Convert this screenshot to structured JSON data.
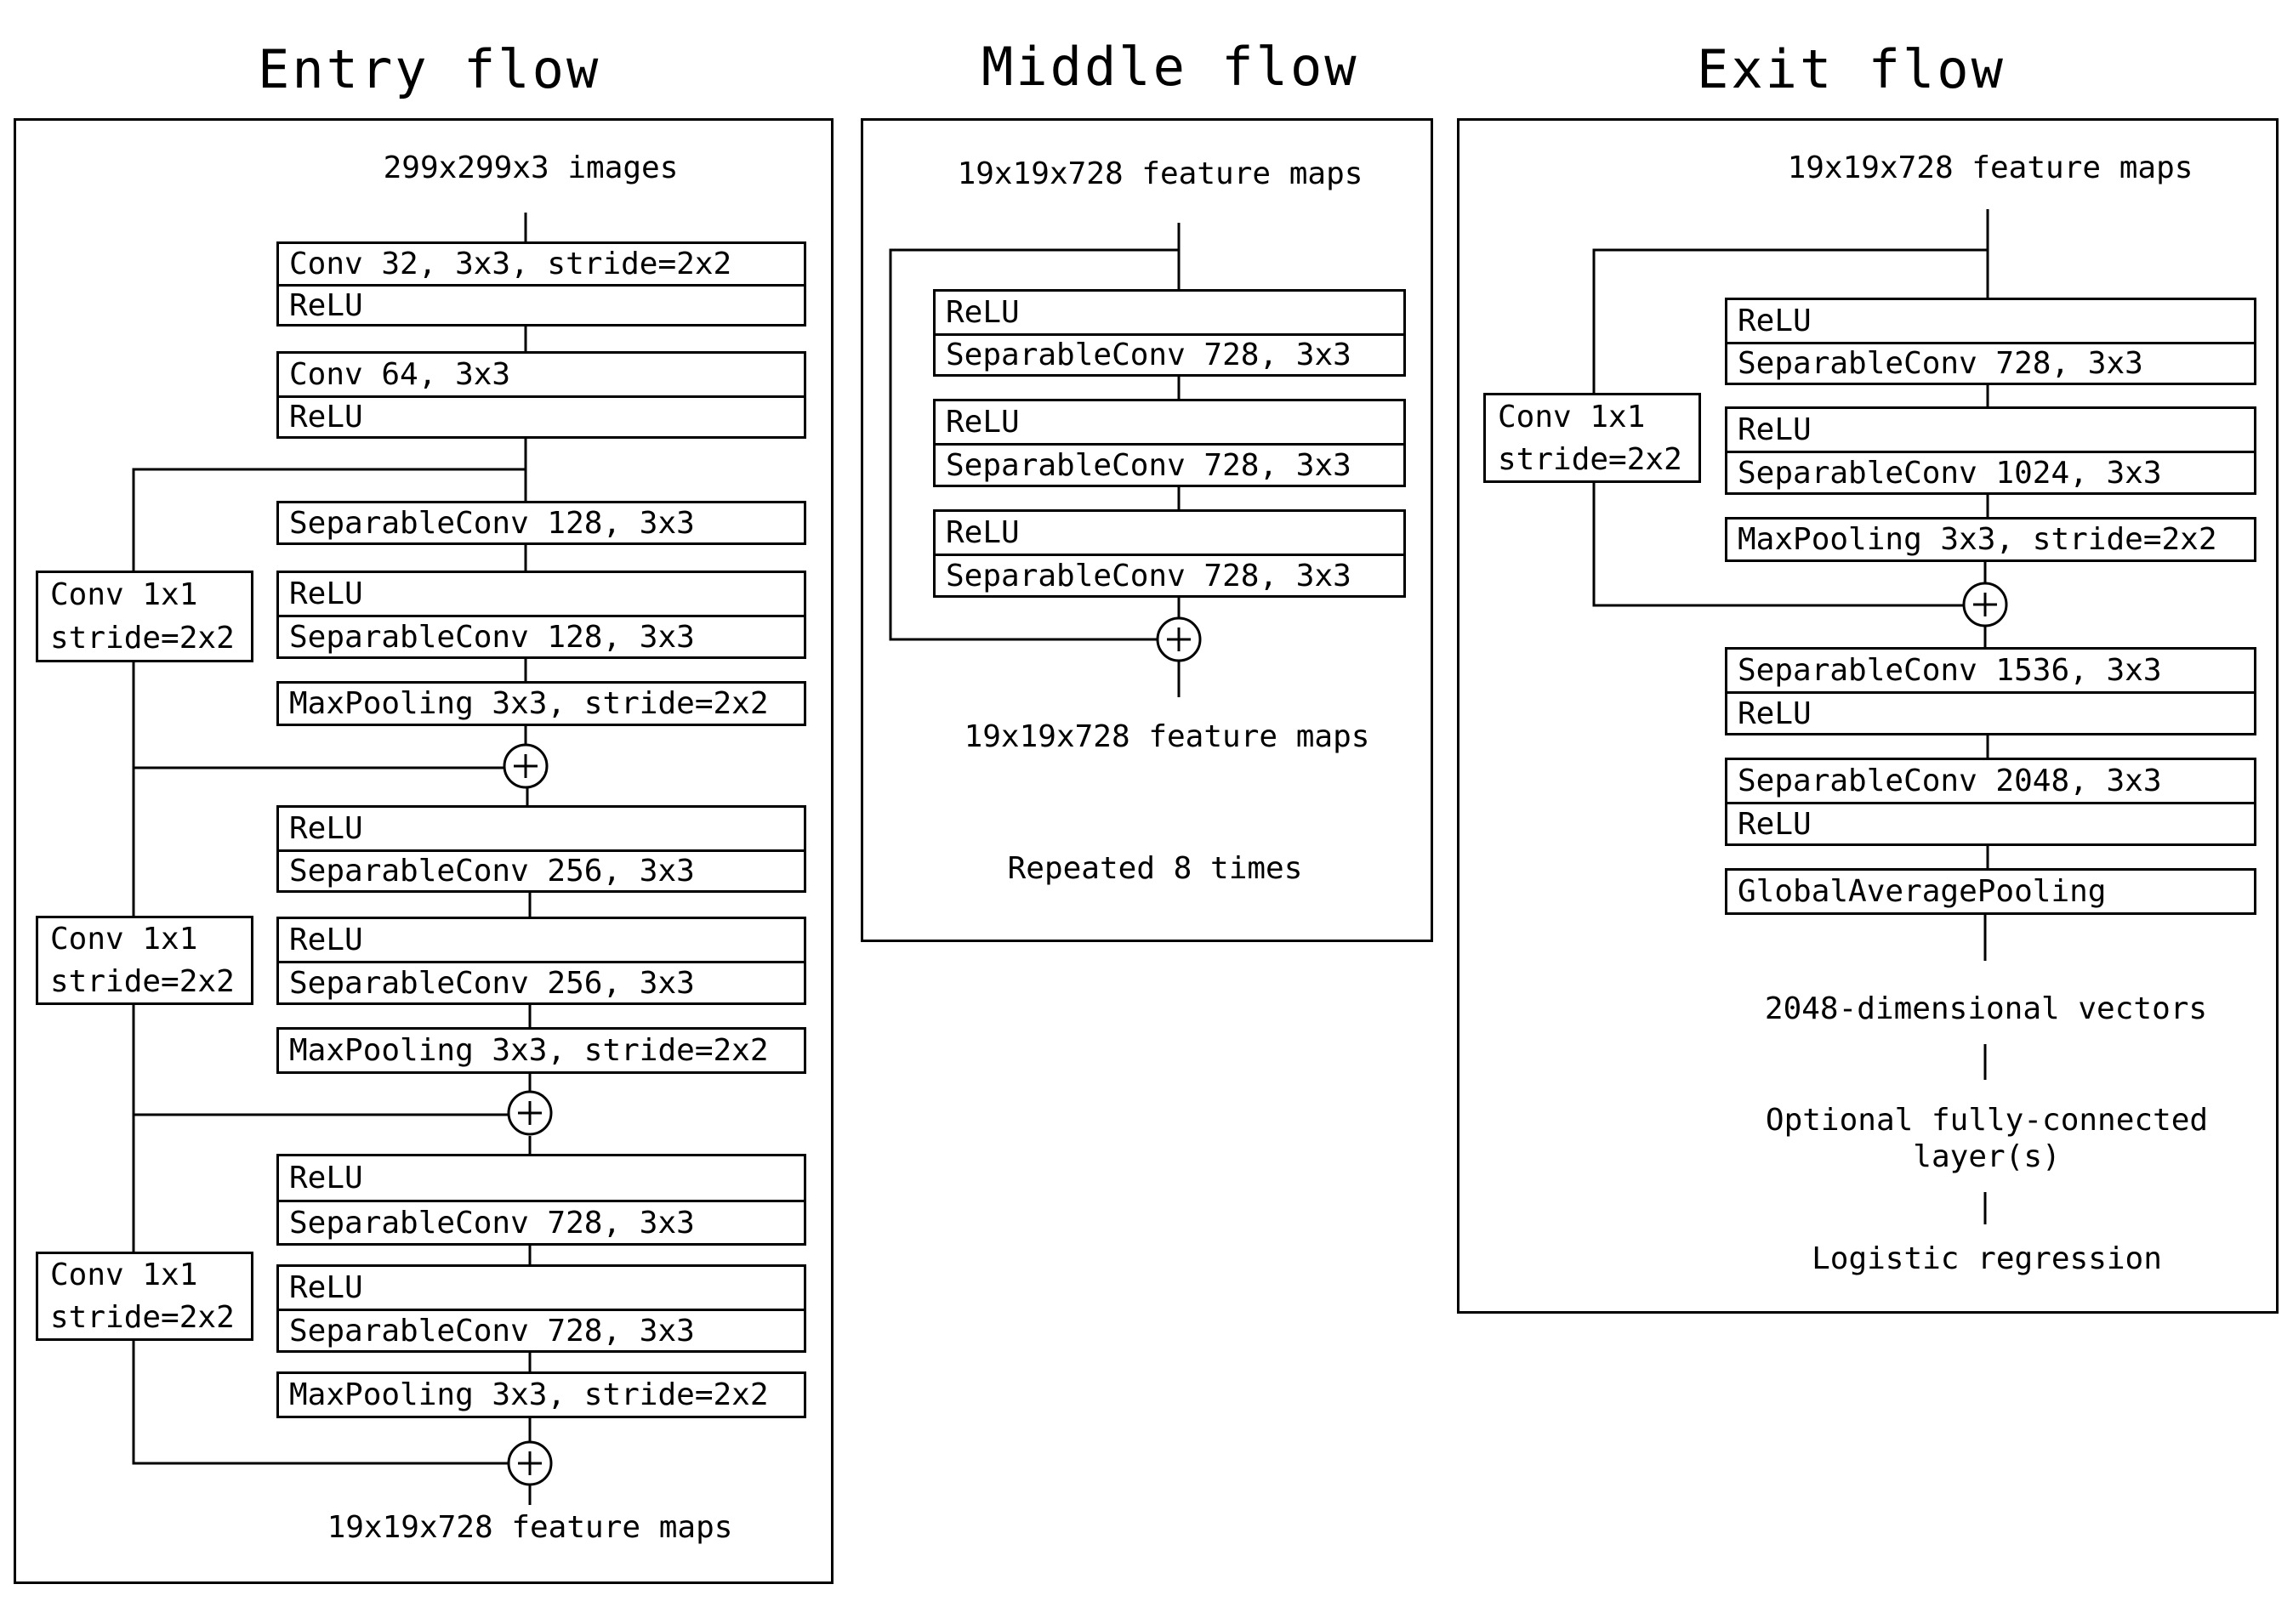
{
  "entry": {
    "title": "Entry flow",
    "input": "299x299x3 images",
    "output": "19x19x728 feature maps",
    "blocks": [
      {
        "top": "Conv 32, 3x3, stride=2x2",
        "bottom": "ReLU"
      },
      {
        "top": "Conv 64, 3x3",
        "bottom": "ReLU"
      },
      {
        "text": "SeparableConv 128, 3x3"
      },
      {
        "top": "ReLU",
        "bottom": "SeparableConv 128, 3x3"
      },
      {
        "text": "MaxPooling 3x3, stride=2x2"
      },
      {
        "top": "ReLU",
        "bottom": "SeparableConv 256, 3x3"
      },
      {
        "top": "ReLU",
        "bottom": "SeparableConv 256, 3x3"
      },
      {
        "text": "MaxPooling 3x3, stride=2x2"
      },
      {
        "top": "ReLU",
        "bottom": "SeparableConv 728, 3x3"
      },
      {
        "top": "ReLU",
        "bottom": "SeparableConv 728, 3x3"
      },
      {
        "text": "MaxPooling 3x3, stride=2x2"
      }
    ],
    "shortcuts": [
      {
        "top": "Conv 1x1",
        "bottom": "stride=2x2"
      },
      {
        "top": "Conv 1x1",
        "bottom": "stride=2x2"
      },
      {
        "top": "Conv 1x1",
        "bottom": "stride=2x2"
      }
    ]
  },
  "middle": {
    "title": "Middle flow",
    "input": "19x19x728 feature maps",
    "output": "19x19x728 feature maps",
    "repeat_note": "Repeated 8 times",
    "blocks": [
      {
        "top": "ReLU",
        "bottom": "SeparableConv 728, 3x3"
      },
      {
        "top": "ReLU",
        "bottom": "SeparableConv 728, 3x3"
      },
      {
        "top": "ReLU",
        "bottom": "SeparableConv 728, 3x3"
      }
    ]
  },
  "exit": {
    "title": "Exit flow",
    "input": "19x19x728 feature maps",
    "blocks": [
      {
        "top": "ReLU",
        "bottom": "SeparableConv 728, 3x3"
      },
      {
        "top": "ReLU",
        "bottom": "SeparableConv 1024, 3x3"
      },
      {
        "text": "MaxPooling 3x3, stride=2x2"
      },
      {
        "top": "SeparableConv 1536, 3x3",
        "bottom": "ReLU"
      },
      {
        "top": "SeparableConv 2048, 3x3",
        "bottom": "ReLU"
      },
      {
        "text": "GlobalAveragePooling"
      }
    ],
    "shortcut": {
      "top": "Conv 1x1",
      "bottom": "stride=2x2"
    },
    "vectors": "2048-dimensional vectors",
    "fc_line1": "Optional fully-connected",
    "fc_line2": "layer(s)",
    "final": "Logistic regression"
  }
}
